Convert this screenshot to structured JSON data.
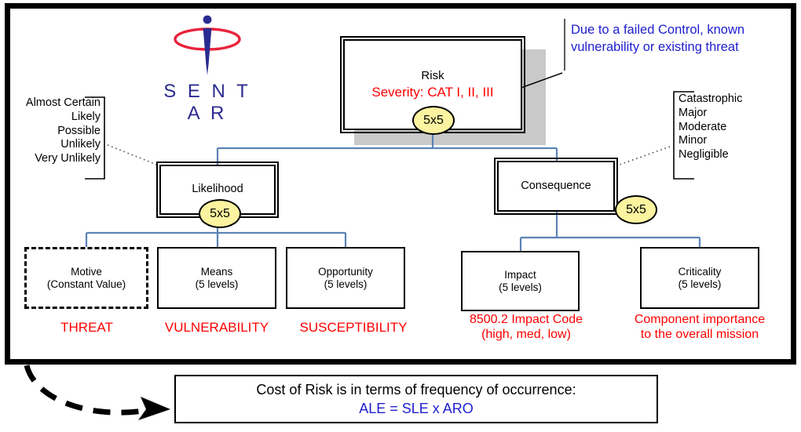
{
  "diagram": {
    "logo": {
      "name": "SENTAR",
      "wordmark": "S E N T A R"
    },
    "root": {
      "title": "Risk",
      "severity": "Severity: CAT I, II, III",
      "badge": "5x5"
    },
    "callout_note": "Due to a failed Control, known vulnerability or existing threat",
    "likelihood": {
      "title": "Likelihood",
      "badge": "5x5",
      "levels": [
        "Almost Certain",
        "Likely",
        "Possible",
        "Unlikely",
        "Very Unlikely"
      ]
    },
    "consequence": {
      "title": "Consequence",
      "badge": "5x5",
      "levels": [
        "Catastrophic",
        "Major",
        "Moderate",
        "Minor",
        "Negligible"
      ]
    },
    "leaves": [
      {
        "id": "motive",
        "line1": "Motive",
        "line2": "(Constant Value)",
        "caption": "THREAT",
        "style": "dashed"
      },
      {
        "id": "means",
        "line1": "Means",
        "line2": "(5 levels)",
        "caption": "VULNERABILITY",
        "style": "solid"
      },
      {
        "id": "opportunity",
        "line1": "Opportunity",
        "line2": "(5 levels)",
        "caption": "SUSCEPTIBILITY",
        "style": "solid"
      },
      {
        "id": "impact",
        "line1": "Impact",
        "line2": "(5 levels)",
        "caption": "8500.2 Impact Code (high, med, low)",
        "style": "solid"
      },
      {
        "id": "criticality",
        "line1": "Criticality",
        "line2": "(5 levels)",
        "caption": "Component importance to the overall mission",
        "style": "solid"
      }
    ],
    "captions": {
      "threat": "THREAT",
      "vulnerability": "VULNERABILITY",
      "susceptibility": "SUSCEPTIBILITY",
      "impact_line1": "8500.2 Impact Code",
      "impact_line2": "(high, med, low)",
      "criticality_line1": "Component importance",
      "criticality_line2": "to the overall mission"
    },
    "cost_note": {
      "line1": "Cost of Risk is in terms of frequency of occurrence:",
      "line2": "ALE = SLE x ARO"
    },
    "colors": {
      "red": "#fe0000",
      "blue_text": "#2020cf",
      "connector_blue": "#5b83b5",
      "badge_yellow": "#fbf3a0",
      "shadow_gray": "#c9c9c9",
      "logo_blue": "#2b2b8f",
      "logo_red": "#e8233c"
    }
  }
}
